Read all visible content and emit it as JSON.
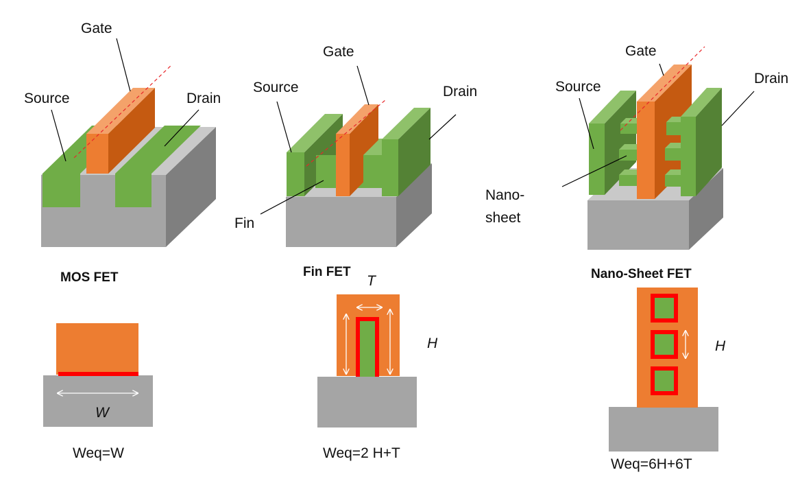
{
  "mosfet": {
    "labels": {
      "gate": "Gate",
      "source": "Source",
      "drain": "Drain"
    },
    "title": "MOS FET",
    "width_symbol": "W",
    "formula": "Weq=W"
  },
  "finfet": {
    "labels": {
      "gate": "Gate",
      "source": "Source",
      "drain": "Drain",
      "fin": "Fin"
    },
    "title": "Fin FET",
    "thickness_symbol": "T",
    "height_symbol": "H",
    "formula": "Weq=2 H+T"
  },
  "nanosheet": {
    "labels": {
      "gate": "Gate",
      "source": "Source",
      "drain": "Drain",
      "nanosheet_line1": "Nano-",
      "nanosheet_line2": "sheet"
    },
    "title": "Nano-Sheet FET",
    "height_symbol": "H",
    "formula": "Weq=6H+6T"
  },
  "colors": {
    "gate": "#ed7d31",
    "gate_side": "#c55a11",
    "gate_top": "#f4a26a",
    "silicon": "#70ad47",
    "silicon_side": "#548235",
    "silicon_top": "#8fc16a",
    "substrate_front": "#a5a5a5",
    "substrate_side": "#7f7f7f",
    "substrate_top": "#c9c9c9",
    "channel": "#ff0000"
  }
}
